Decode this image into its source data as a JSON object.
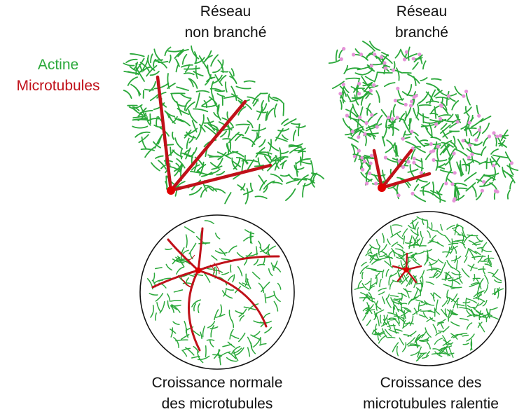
{
  "colors": {
    "actin": "#2aa83a",
    "microtubule": "#c0111a",
    "branch_point": "#e592d8",
    "text": "#111111",
    "circle_stroke": "#111111"
  },
  "legend": {
    "actin_label": "Actine",
    "microtubule_label": "Microtubules"
  },
  "panels": {
    "unbranched": {
      "title_line1": "Réseau",
      "title_line2": "non branché"
    },
    "branched": {
      "title_line1": "Réseau",
      "title_line2": "branché"
    }
  },
  "captions": {
    "normal": {
      "line1": "Croissance normale",
      "line2": "des microtubules"
    },
    "slowed": {
      "line1": "Croissance des",
      "line2": "microtubules ralentie"
    }
  }
}
